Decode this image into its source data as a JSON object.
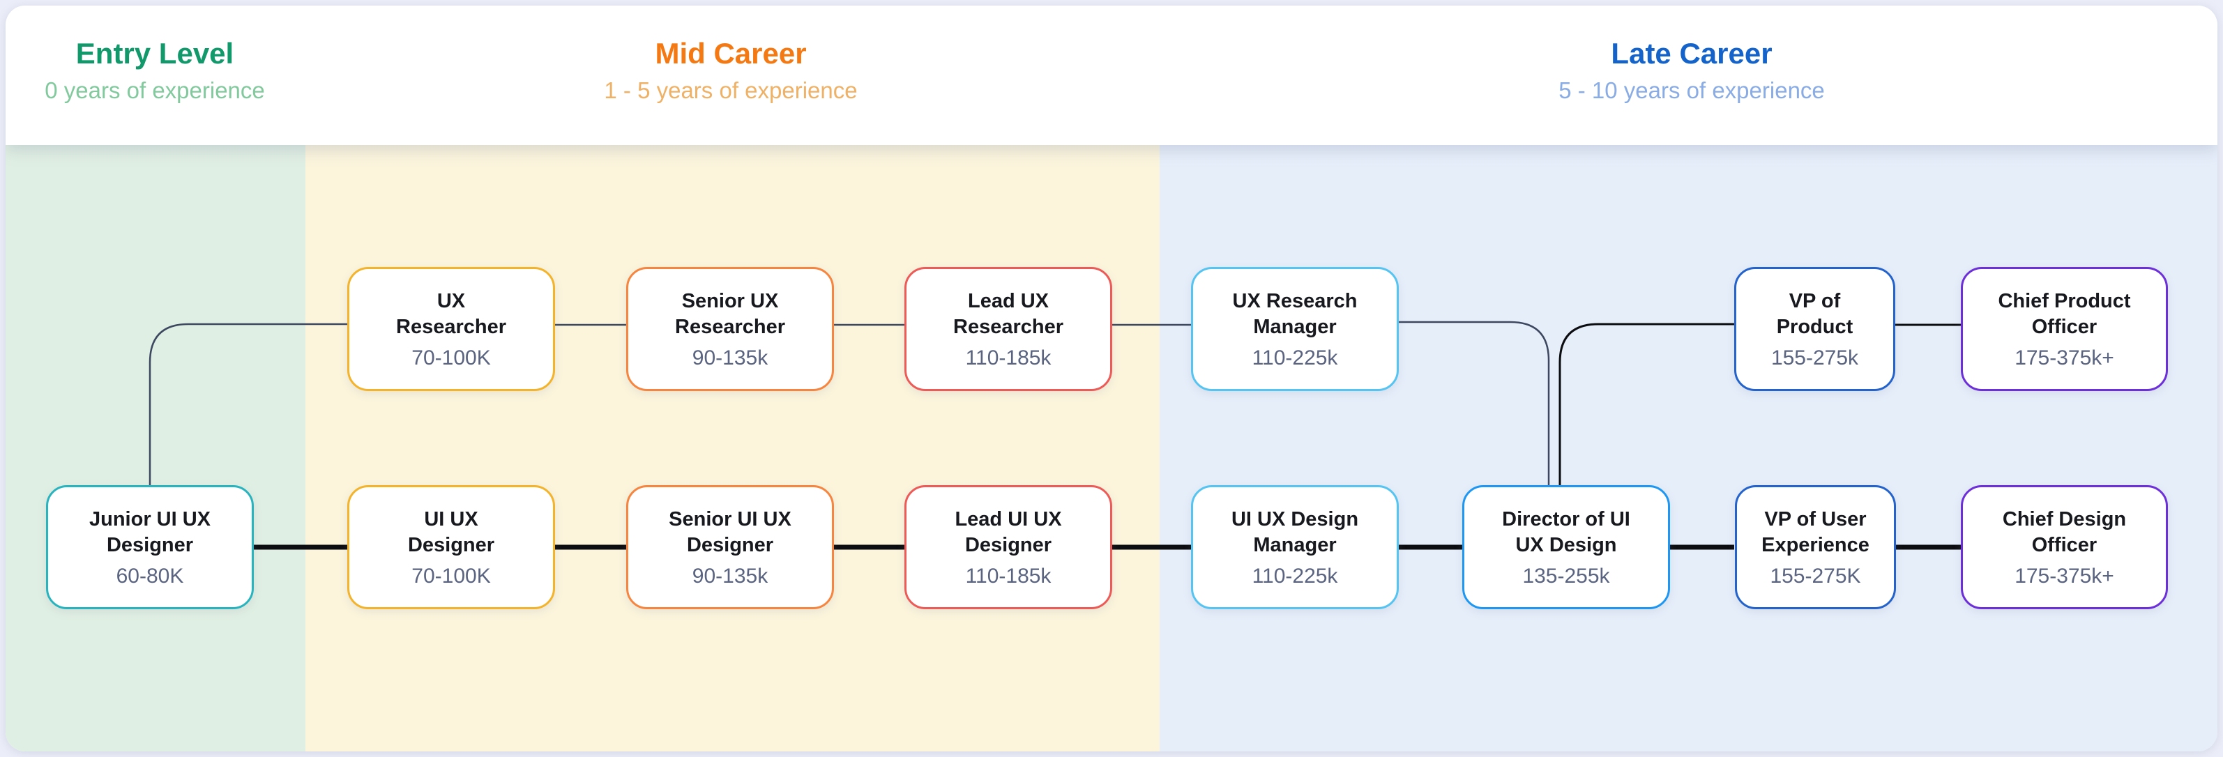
{
  "stages": [
    {
      "label": "Entry Level",
      "subtitle": "0 years of experience",
      "label_color": "#12996b",
      "subtitle_color": "#82c99d",
      "band_color": "#e0efe3"
    },
    {
      "label": "Mid Career",
      "subtitle": "1 - 5 years of experience",
      "label_color": "#f57912",
      "subtitle_color": "#eeb166",
      "band_color": "#fcf5dc"
    },
    {
      "label": "Late Career",
      "subtitle": "5 - 10 years of experience",
      "label_color": "#1363cb",
      "subtitle_color": "#8aace4",
      "band_color": "#e6eefa"
    }
  ],
  "nodes": [
    {
      "title": "UX\nResearcher",
      "salary": "70-100K",
      "border_color": "#f3b32b"
    },
    {
      "title": "Senior UX\nResearcher",
      "salary": "90-135k",
      "border_color": "#f68540"
    },
    {
      "title": "Lead UX\nResearcher",
      "salary": "110-185k",
      "border_color": "#ec5b57"
    },
    {
      "title": "UX Research\nManager",
      "salary": "110-225k",
      "border_color": "#56c4f1"
    },
    {
      "title": "VP of\nProduct",
      "salary": "155-275k",
      "border_color": "#2363cb"
    },
    {
      "title": "Chief Product\nOfficer",
      "salary": "175-375k+",
      "border_color": "#6c2fd9"
    },
    {
      "title": "Junior UI UX\nDesigner",
      "salary": "60-80K",
      "border_color": "#28b4be"
    },
    {
      "title": "UI UX\nDesigner",
      "salary": "70-100K",
      "border_color": "#f3b32b"
    },
    {
      "title": "Senior UI UX\nDesigner",
      "salary": "90-135k",
      "border_color": "#f68540"
    },
    {
      "title": "Lead UI UX\nDesigner",
      "salary": "110-185k",
      "border_color": "#ec5b57"
    },
    {
      "title": "UI UX Design\nManager",
      "salary": "110-225k",
      "border_color": "#56c4f1"
    },
    {
      "title": "Director of UI\nUX Design",
      "salary": "135-255k",
      "border_color": "#1e97f3"
    },
    {
      "title": "VP of User\nExperience",
      "salary": "155-275K",
      "border_color": "#2363cb"
    },
    {
      "title": "Chief Design\nOfficer",
      "salary": "175-375k+",
      "border_color": "#6c2fd9"
    }
  ],
  "connectors": {
    "research_track_color": "#3d4860",
    "promotion_link_color": "#0c0d10",
    "main_track_color": "#0c0d10"
  }
}
